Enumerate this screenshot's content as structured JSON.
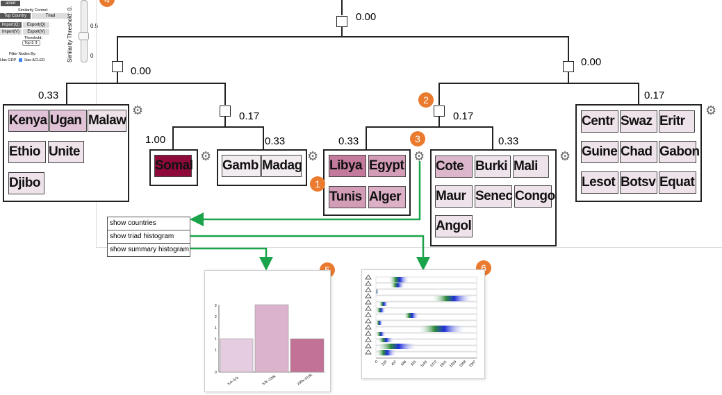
{
  "controls": {
    "dataset_button": "acled",
    "similarity_label": "Similarity Control:",
    "top_country_button": "Top Country",
    "triad_button": "Triad",
    "import_q": "Import(Q)",
    "export_q": "Export(Q)",
    "import_v": "Import(V)",
    "export_v": "Export(V)",
    "threshold_label": "Threshold:",
    "threshold_value": "Top 5 ⇕",
    "filter_label": "Filter Nodes By:",
    "has_gdp": "Has GDP",
    "has_acled": "Has ACLED",
    "slider_label": "Similarity Threshold: 0.",
    "slider_mid": "0.5",
    "slider_min": "0",
    "slider_level": 0.5
  },
  "tree": {
    "root_value": "0.00",
    "left_value": "0.00",
    "right_value": "0.00",
    "cluster_a_value": "0.33",
    "mid_left_value": "0.17",
    "somalia_value": "1.00",
    "gambia_value": "0.33",
    "mid_right_value": "0.17",
    "libya_value": "0.33",
    "cote_value": "0.33",
    "far_right_value": "0.17"
  },
  "clusters": {
    "a": [
      "Kenya",
      "Ugan",
      "Malaw",
      "Ethio",
      "Unite",
      "Djibo"
    ],
    "b": [
      "Somal"
    ],
    "c": [
      "Gamb",
      "Madag"
    ],
    "d": [
      "Libya",
      "Egypt",
      "Tunis",
      "Alger"
    ],
    "e": [
      "Cote",
      "Burki",
      "Mali",
      "Maur",
      "Senec",
      "Congo",
      "Angol"
    ],
    "f": [
      "Centr",
      "Swaz",
      "Eritr",
      "Guine",
      "Chad",
      "Gabon",
      "Lesot",
      "Botsv",
      "Equat"
    ]
  },
  "badges": [
    "1",
    "2",
    "3",
    "4",
    "5",
    "6"
  ],
  "menu": [
    "show countries",
    "show triad histogram",
    "show summary histogram"
  ],
  "summary_histogram": {
    "y_ticks": [
      "2",
      "2",
      "1",
      "1",
      "1",
      "0"
    ],
    "categories": [
      "5.0–57k",
      "57k–230k",
      "230k–510K"
    ]
  },
  "triad_histogram": {
    "x_ticks": [
      "0",
      "229",
      "457",
      "686",
      "915",
      "1143",
      "1372",
      "1601",
      "1829",
      "2058",
      "2287"
    ]
  },
  "colors": {
    "accent_green": "#1aa34a",
    "badge_orange": "#ea7a2e",
    "bar_light": "#e6cce0",
    "bar_mid": "#dbb3cc",
    "bar_dark": "#c27294",
    "somalia_fill": "#8e0a3a"
  }
}
